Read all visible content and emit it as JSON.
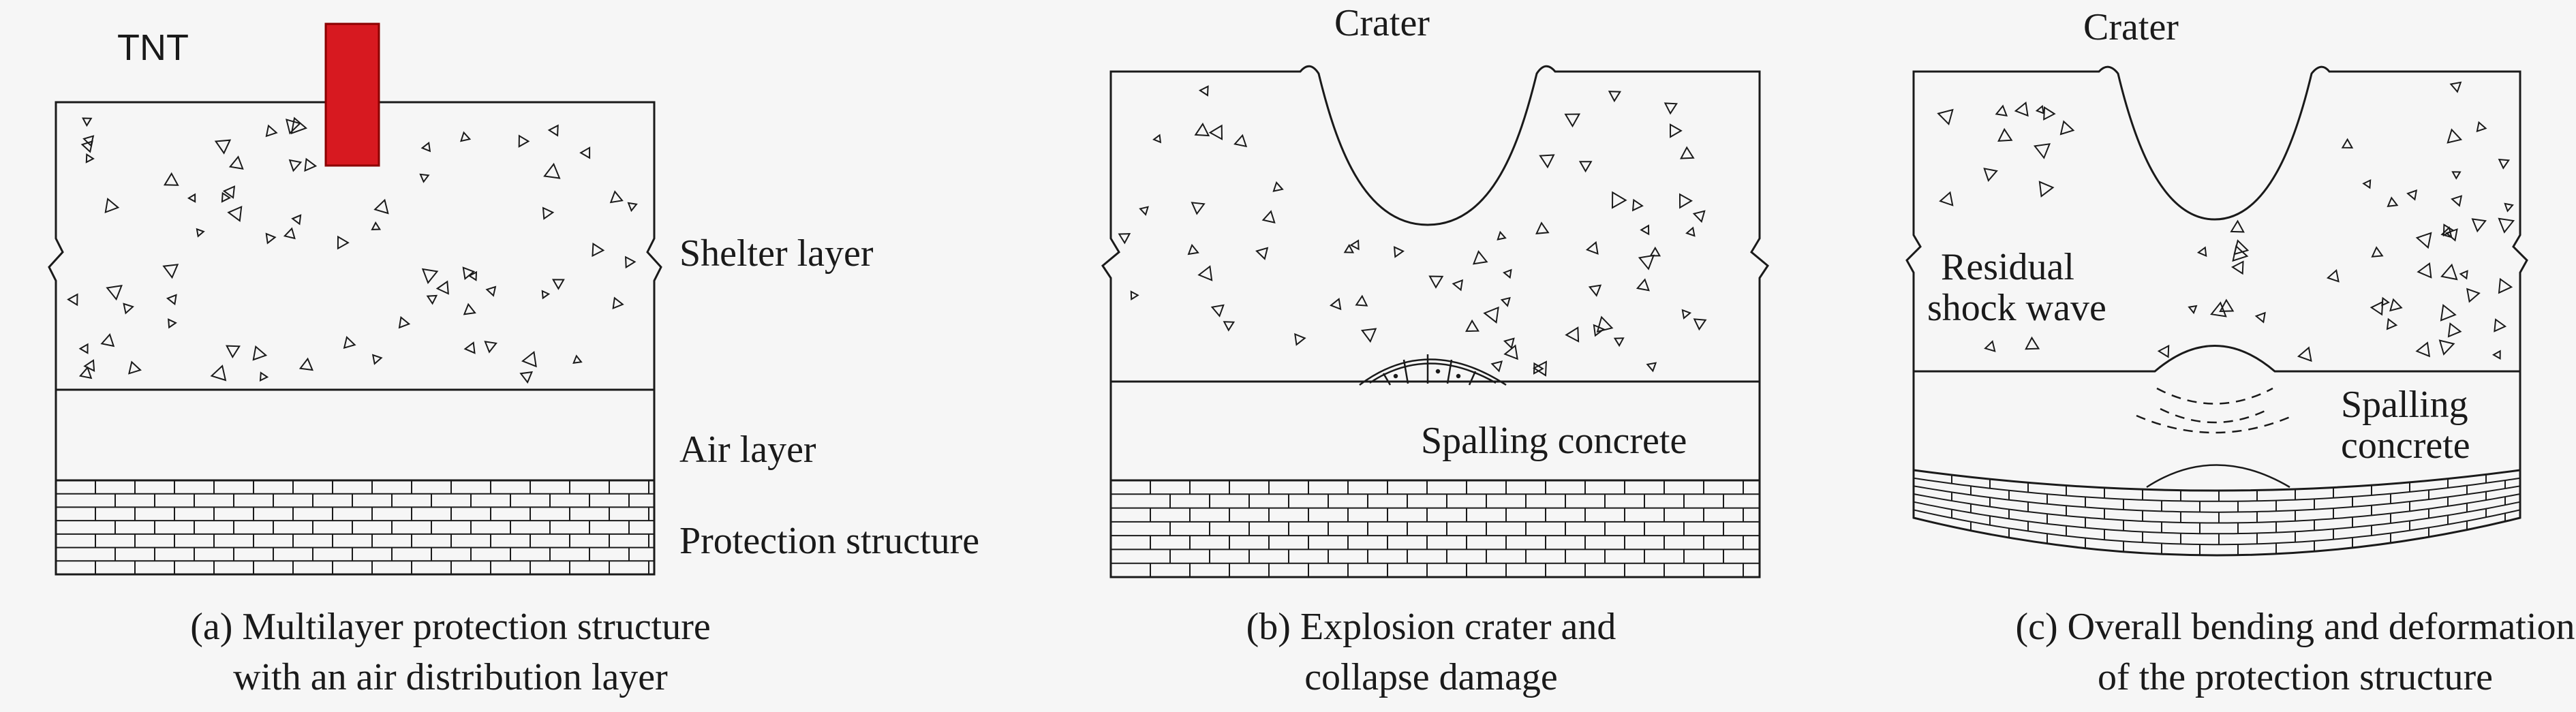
{
  "colors": {
    "background": "#f6f6f6",
    "line": "#1a1a1a",
    "tnt_fill": "#d71920",
    "tnt_stroke": "#8b0000"
  },
  "panel_a": {
    "tnt_label": "TNT",
    "shelter_label": "Shelter layer",
    "air_label": "Air layer",
    "protection_label": "Protection structure",
    "caption_line1": "(a) Multilayer protection structure",
    "caption_line2": "with an air distribution layer"
  },
  "panel_b": {
    "crater_label": "Crater",
    "spalling_label": "Spalling concrete",
    "caption_line1": "(b) Explosion crater and",
    "caption_line2": "collapse damage"
  },
  "panel_c": {
    "crater_label": "Crater",
    "residual_line1": "Residual",
    "residual_line2": "shock wave",
    "spalling_line1": "Spalling",
    "spalling_line2": "concrete",
    "caption_line1": "(c) Overall bending and deformation",
    "caption_line2": "of the protection structure"
  }
}
